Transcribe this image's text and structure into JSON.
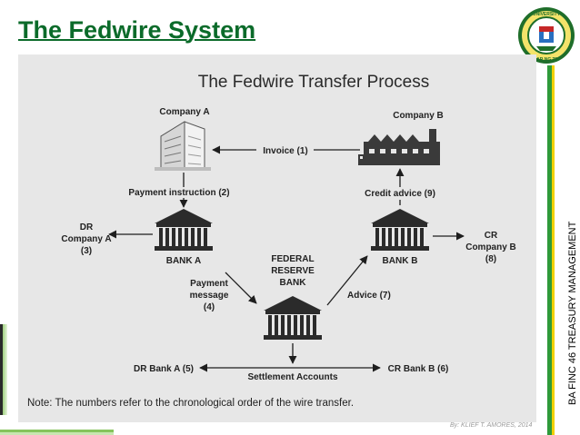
{
  "slide": {
    "title": "The Fedwire System",
    "side_caption": "BA FINC 46 TREASURY MANAGEMENT",
    "credit": "By: KLIEF T. AMORES, 2014"
  },
  "seal": {
    "text_top": "UNIVERSITY",
    "text_bottom": "HAR NG TIY"
  },
  "diagram": {
    "title": "The Fedwire Transfer Process",
    "nodes": {
      "company_a": "Company A",
      "company_b": "Company B",
      "bank_a": "BANK A",
      "bank_b": "BANK B",
      "fed_line1": "FEDERAL",
      "fed_line2": "RESERVE",
      "fed_line3": "BANK"
    },
    "steps": {
      "invoice": "Invoice (1)",
      "payment_instruction": "Payment instruction (2)",
      "dr_company_a_line1": "DR",
      "dr_company_a_line2": "Company A",
      "dr_company_a_line3": "(3)",
      "payment_message_line1": "Payment",
      "payment_message_line2": "message",
      "payment_message_line3": "(4)",
      "dr_bank_a": "DR Bank A (5)",
      "settlement_accounts": "Settlement Accounts",
      "cr_bank_b": "CR Bank B (6)",
      "advice": "Advice (7)",
      "cr_company_b_line1": "CR",
      "cr_company_b_line2": "Company B",
      "cr_company_b_line3": "(8)",
      "credit_advice": "Credit advice (9)"
    },
    "note": "Note: The numbers refer to the chronological order of the wire transfer."
  },
  "colors": {
    "title_green": "#0b6b2a",
    "bar_green": "#2f9a3a",
    "bar_yellow": "#f1d000",
    "diagram_bg": "#e7e7e7",
    "ink": "#222222"
  }
}
